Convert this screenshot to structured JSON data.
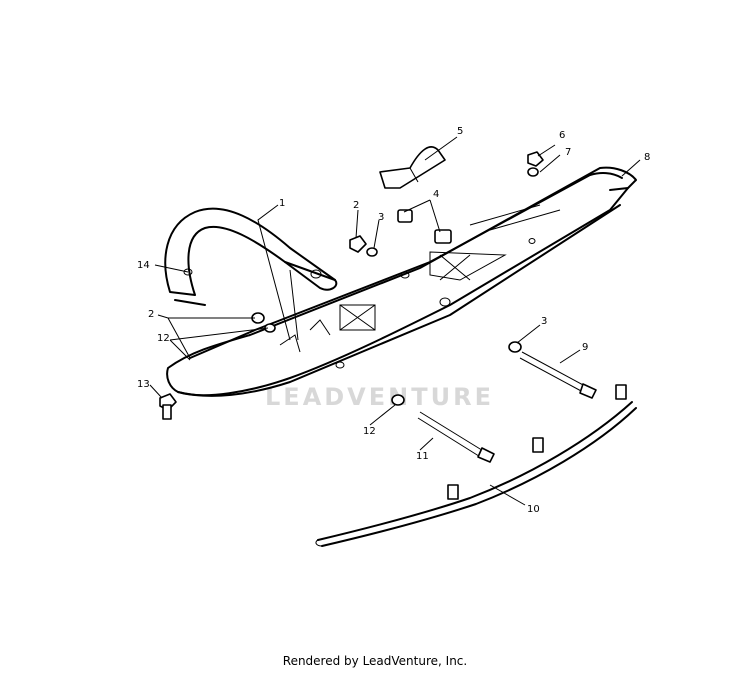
{
  "diagram": {
    "callouts": [
      "1",
      "2",
      "3",
      "4",
      "5",
      "6",
      "7",
      "8",
      "2",
      "12",
      "14",
      "13",
      "3",
      "9",
      "12",
      "11",
      "10"
    ]
  },
  "watermark": "LEADVENTURE",
  "footer": "Rendered by LeadVenture, Inc."
}
